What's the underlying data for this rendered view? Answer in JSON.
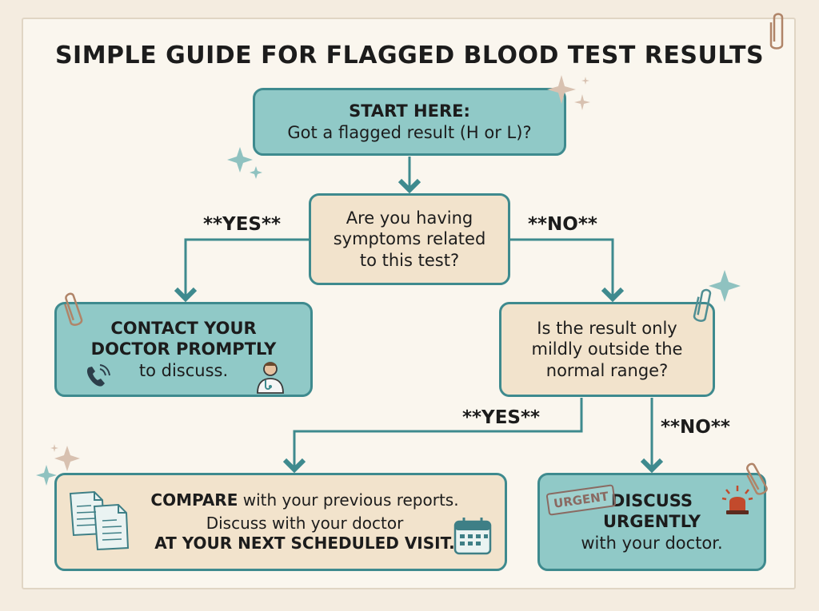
{
  "title": "SIMPLE GUIDE FOR FLAGGED BLOOD TEST RESULTS",
  "start": {
    "heading": "START HERE:",
    "question": "Got a flagged result (H or L)?"
  },
  "question1": {
    "lines": [
      "Are you having",
      "symptoms related",
      "to this test?"
    ]
  },
  "branch_labels": {
    "q1_yes": "**YES**",
    "q1_no": "**NO**",
    "q2_yes": "**YES**",
    "q2_no": "**NO**"
  },
  "contact": {
    "heading_lines": [
      "CONTACT YOUR",
      "DOCTOR PROMPTLY"
    ],
    "body": "to discuss."
  },
  "question2": {
    "lines": [
      "Is the result only",
      "mildly outside the",
      "normal range?"
    ]
  },
  "compare": {
    "bold_word": "COMPARE",
    "rest_line1": " with your previous reports.",
    "line2": "Discuss with your doctor",
    "line3": "AT YOUR NEXT SCHEDULED VISIT."
  },
  "urgent": {
    "stamp": "URGENT",
    "heading_lines": [
      "DISCUSS",
      "URGENTLY"
    ],
    "body": "with your doctor."
  },
  "colors": {
    "teal_box": "#90c9c7",
    "cream_box": "#f2e3cc",
    "connector": "#3e8a8e",
    "background": "#f4ece0"
  },
  "icons": [
    "paperclip-icon",
    "sparkle-icon",
    "phone-icon",
    "doctor-icon",
    "documents-icon",
    "calendar-icon",
    "urgent-stamp-icon",
    "alarm-light-icon"
  ]
}
